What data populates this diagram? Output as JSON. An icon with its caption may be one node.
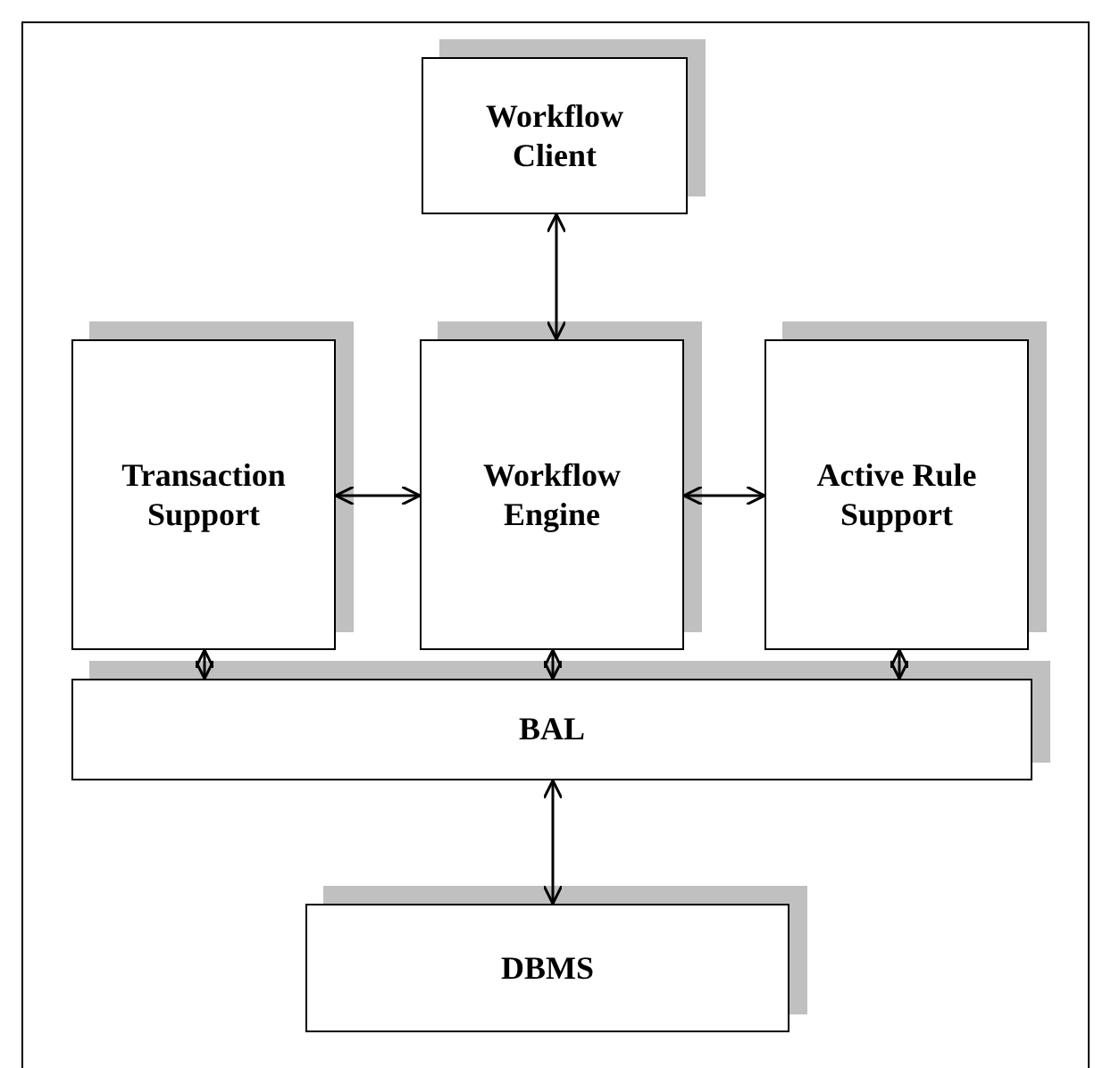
{
  "diagram": {
    "nodes": [
      {
        "text": [
          "Workflow Client"
        ]
      },
      {
        "text": [
          "Transaction Support"
        ]
      },
      {
        "text": [
          "Workflow Engine"
        ]
      },
      {
        "text": [
          "Active Rule Support"
        ]
      },
      {
        "text": [
          "BAL"
        ]
      },
      {
        "text": [
          "DBMS"
        ]
      }
    ],
    "edges": [
      {
        "from": 0,
        "to": 2,
        "arrow": "both"
      },
      {
        "from": 1,
        "to": 2,
        "arrow": "both"
      },
      {
        "from": 2,
        "to": 3,
        "arrow": "both"
      },
      {
        "from": 1,
        "to": 4,
        "arrow": "both"
      },
      {
        "from": 2,
        "to": 4,
        "arrow": "both"
      },
      {
        "from": 3,
        "to": 4,
        "arrow": "both"
      },
      {
        "from": 4,
        "to": 5,
        "arrow": "both"
      }
    ]
  }
}
